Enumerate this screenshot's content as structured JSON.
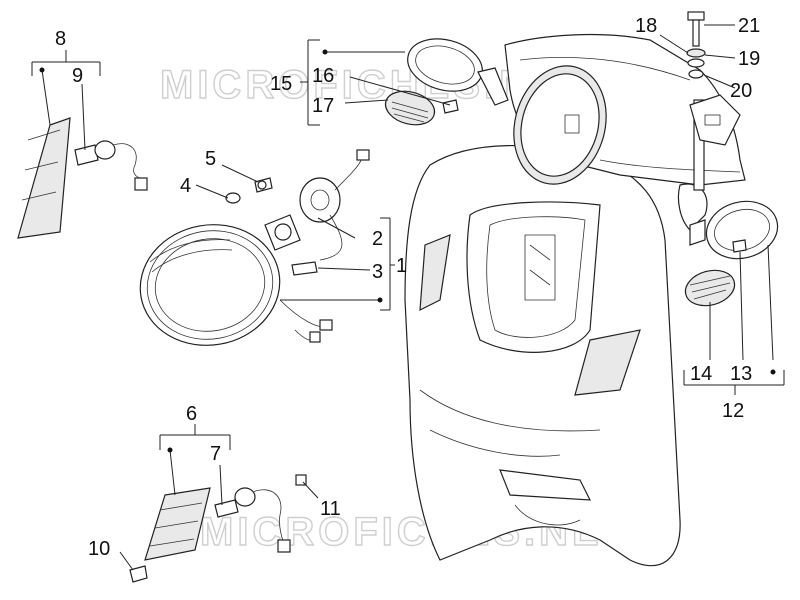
{
  "watermark": [
    "MICROFICHES.NET",
    "MICROFICHES.NET"
  ],
  "callouts": {
    "n1": "1",
    "n2": "2",
    "n3": "3",
    "n4": "4",
    "n5": "5",
    "n6": "6",
    "n7": "7",
    "n8": "8",
    "n9": "9",
    "n10": "10",
    "n11": "11",
    "n12": "12",
    "n13": "13",
    "n14": "14",
    "n15": "15",
    "n16": "16",
    "n17": "17",
    "n18": "18",
    "n19": "19",
    "n20": "20",
    "n21": "21"
  },
  "colors": {
    "line": "#222222",
    "watermark": "#cfcfcf",
    "background": "#ffffff"
  }
}
